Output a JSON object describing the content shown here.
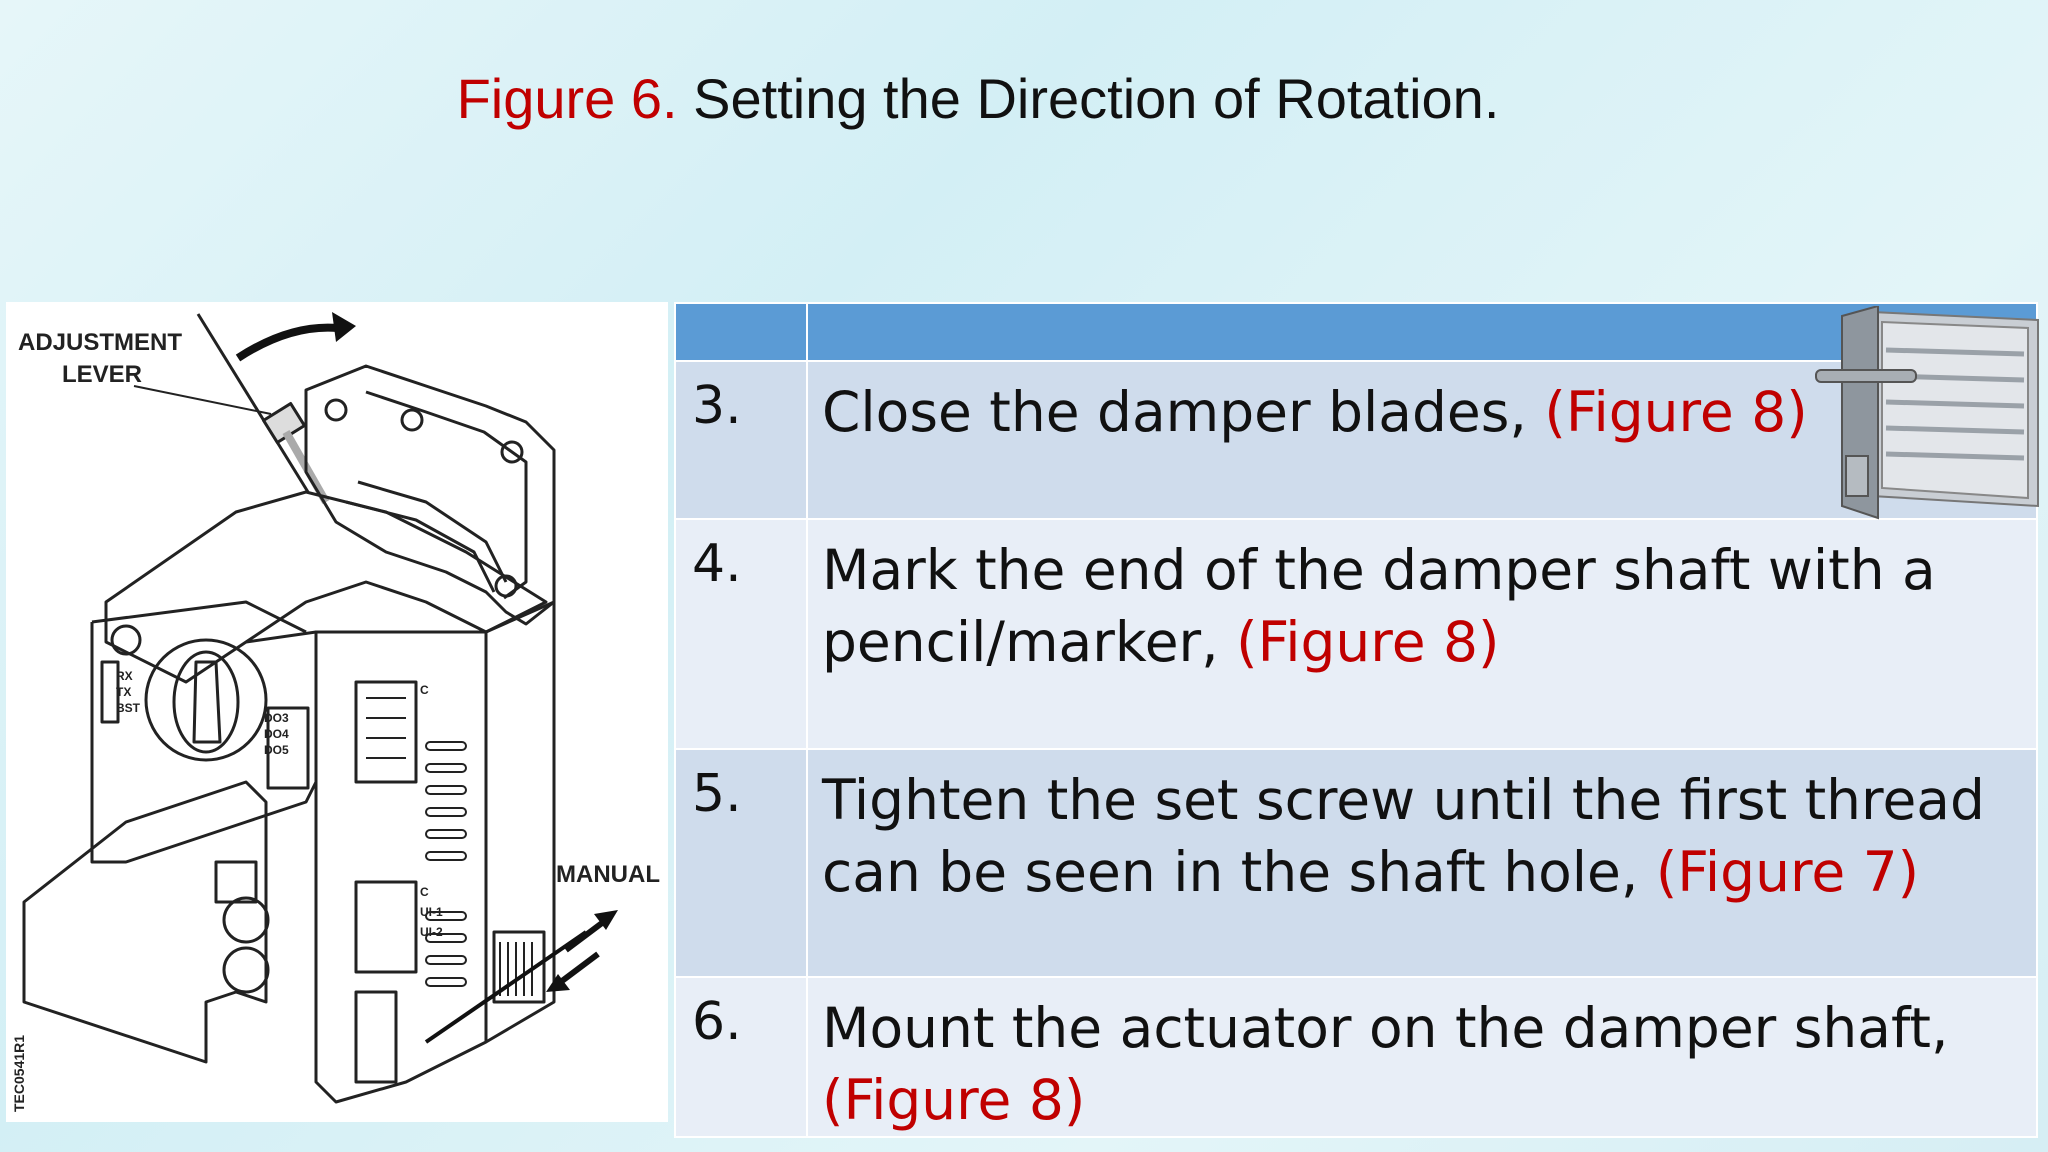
{
  "title": {
    "prefix": "Figure 6.",
    "text": "Setting the Direction of Rotation."
  },
  "figure": {
    "labels": {
      "adjustment": "ADJUSTMENT",
      "lever": "LEVER",
      "manual": "MANUAL",
      "rx": "RX",
      "tx": "TX",
      "bst": "BST",
      "do3": "DO3",
      "do4": "DO4",
      "do5": "DO5",
      "c1": "C",
      "c2": "C",
      "ui1": "UI-1",
      "ui2": "UI-2",
      "code": "TEC0541R1"
    }
  },
  "steps": [
    {
      "number": "3.",
      "text": "Close the damper blades, ",
      "ref": "(Figure 8)"
    },
    {
      "number": "4.",
      "text": "Mark the end of the damper shaft with a pencil/marker, ",
      "ref": "(Figure 8)"
    },
    {
      "number": "5.",
      "text": "Tighten the set screw until the first thread can be seen in the shaft hole, ",
      "ref": "(Figure 7)"
    },
    {
      "number": "6.",
      "text": "Mount the actuator on the damper shaft, ",
      "ref": "(Figure 8)"
    }
  ],
  "colors": {
    "accent_red": "#c00000",
    "header_blue": "#5b9bd5",
    "row_dark": "#cfdcec",
    "row_light": "#e8eef7"
  },
  "icons": {
    "damper": "damper-photo",
    "rotation_arrow": "curved-arrow-icon",
    "manual_arrows": "double-arrow-icon"
  }
}
